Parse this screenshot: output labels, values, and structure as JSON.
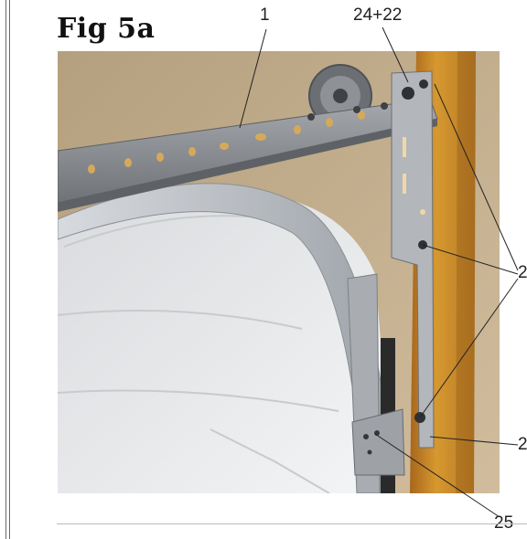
{
  "figure": {
    "title": "Fig 5a"
  },
  "callouts": {
    "rail": "1",
    "bracket_bolts": "24+22",
    "side_upper": "2",
    "side_lower": "2",
    "bottom_bracket": "25"
  },
  "colors": {
    "wall": "#c9b595",
    "timber": "#c98a2c",
    "metal": "#8f9296",
    "door_panel": "#e9eaec",
    "track": "#b9bdc3"
  }
}
